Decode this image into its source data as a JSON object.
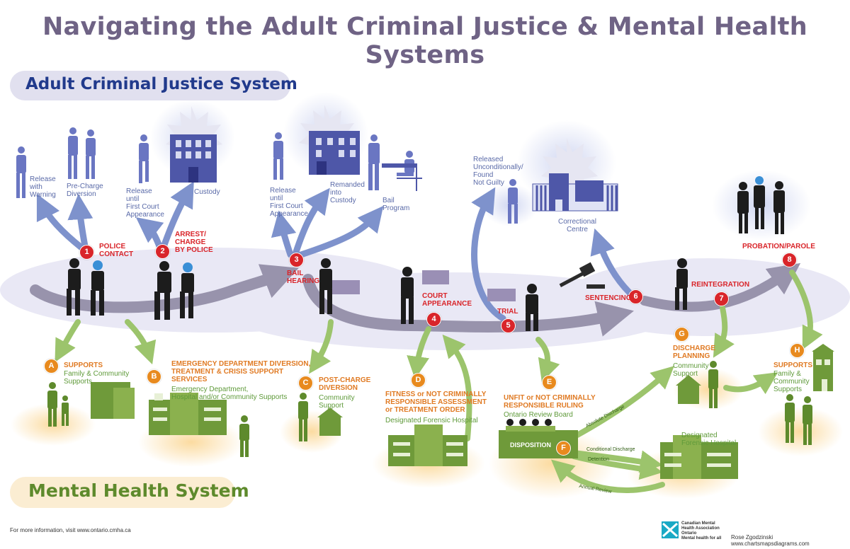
{
  "title": "Navigating the Adult Criminal Justice & Mental Health Systems",
  "sections": {
    "criminal_justice": "Adult Criminal Justice System",
    "mental_health": "Mental Health System"
  },
  "outcomes": {
    "release_warning": "Release\nwith\nWarning",
    "pre_charge": "Pre-Charge\nDiversion",
    "release_first_court_1": "Release\nuntil\nFirst Court\nAppearance",
    "custody": "Custody",
    "release_first_court_2": "Release\nuntil\nFirst Court\nAppearance",
    "remanded": "Remanded\ninto\nCustody",
    "bail_program": "Bail\nProgram",
    "released_unconditionally": "Released\nUnconditionally/\nFound\nNot Guilty",
    "correctional_centre": "Correctional\nCentre"
  },
  "steps": [
    {
      "num": "1",
      "label": "POLICE\nCONTACT"
    },
    {
      "num": "2",
      "label": "ARREST/\nCHARGE\nBY POLICE"
    },
    {
      "num": "3",
      "label": "BAIL\nHEARING"
    },
    {
      "num": "4",
      "label": "COURT\nAPPEARANCE"
    },
    {
      "num": "5",
      "label": "TRIAL"
    },
    {
      "num": "6",
      "label": "SENTENCING"
    },
    {
      "num": "7",
      "label": "REINTEGRATION"
    },
    {
      "num": "8",
      "label": "PROBATION/PAROLE"
    }
  ],
  "mh_points": [
    {
      "letter": "A",
      "title": "SUPPORTS",
      "sub": "Family & Community\nSupports"
    },
    {
      "letter": "B",
      "title": "EMERGENCY DEPARTMENT DIVERSION,\nTREATMENT & CRISIS SUPPORT\nSERVICES",
      "sub": "Emergency Department,\nHospital and/or Community Supports"
    },
    {
      "letter": "C",
      "title": "POST-CHARGE\nDIVERSION",
      "sub": "Community\nSupport"
    },
    {
      "letter": "D",
      "title": "FITNESS or NOT CRIMINALLY\nRESPONSIBLE ASSESSMENT\nor TREATMENT ORDER",
      "sub": "Designated Forensic Hospital"
    },
    {
      "letter": "E",
      "title": "UNFIT or NOT CRIMINALLY\nRESPONSIBLE RULING",
      "sub": "Ontario Review Board"
    },
    {
      "letter": "F",
      "title": "",
      "sub": ""
    },
    {
      "letter": "G",
      "title": "DISCHARGE\nPLANNING",
      "sub": "Community\nSupport"
    },
    {
      "letter": "H",
      "title": "SUPPORTS",
      "sub": "Family &\nCommunity\nSupports"
    }
  ],
  "disposition": {
    "label": "DISPOSITION",
    "absolute": "Absolute Discharge",
    "conditional": "Conditional Discharge",
    "detention": "Detention",
    "annual": "Annual Review",
    "hospital": "Designated\nForensic Hospital"
  },
  "footer": {
    "info": "For more information, visit www.ontario.cmha.ca",
    "org": "Canadian Mental\nHealth Association\nOntario\nMental health for all",
    "credit": "Rose Zgodzinski  www.chartsmapsdiagrams.com"
  },
  "colors": {
    "title": "#6f6385",
    "cj_blue": "#213a8c",
    "step_red": "#d9252a",
    "mh_orange": "#e07a23",
    "mh_green": "#5e8a2c",
    "path_gray": "#9893ac",
    "arrow_blue": "#7e92cc",
    "arrow_green": "#9cc46c"
  },
  "icons": [
    "person-icon",
    "police-icon",
    "building-icon",
    "hospital-icon",
    "house-icon",
    "gavel-icon",
    "judge-desk-icon",
    "jail-icon",
    "cmha-logo-icon"
  ]
}
